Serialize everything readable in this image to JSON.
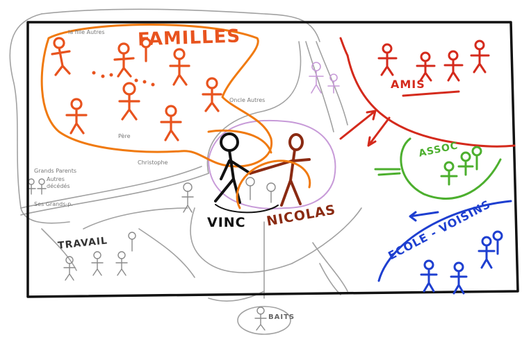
{
  "labels": {
    "familles": "FAMILLES",
    "amis": "AMIS",
    "assoc": "ASSOC",
    "ecole_voisins": "ECOLE - VOISINS",
    "vinc": "VINC",
    "nicolas": "NICOLAS",
    "travail": "TRAVAIL",
    "bottom": "BAITS",
    "grandparents_1": "Grands Parents",
    "grandparents_2": "Autres",
    "grandparents_3": "décédés",
    "grandparents_4": "Ses Grands-p.",
    "family_note_1": "la fille Autres",
    "family_note_2": "Père",
    "family_note_3": "Christophe",
    "family_note_4": "Oncle Autres"
  },
  "colors": {
    "family": "#e8531e",
    "family_outline": "#f07a10",
    "friends": "#d42a1c",
    "assoc": "#4caf2e",
    "school": "#1e3fd0",
    "vinc": "#111111",
    "nicolas": "#8a2a12",
    "pencil": "#8a8a8a",
    "purple": "#c79ad8"
  }
}
